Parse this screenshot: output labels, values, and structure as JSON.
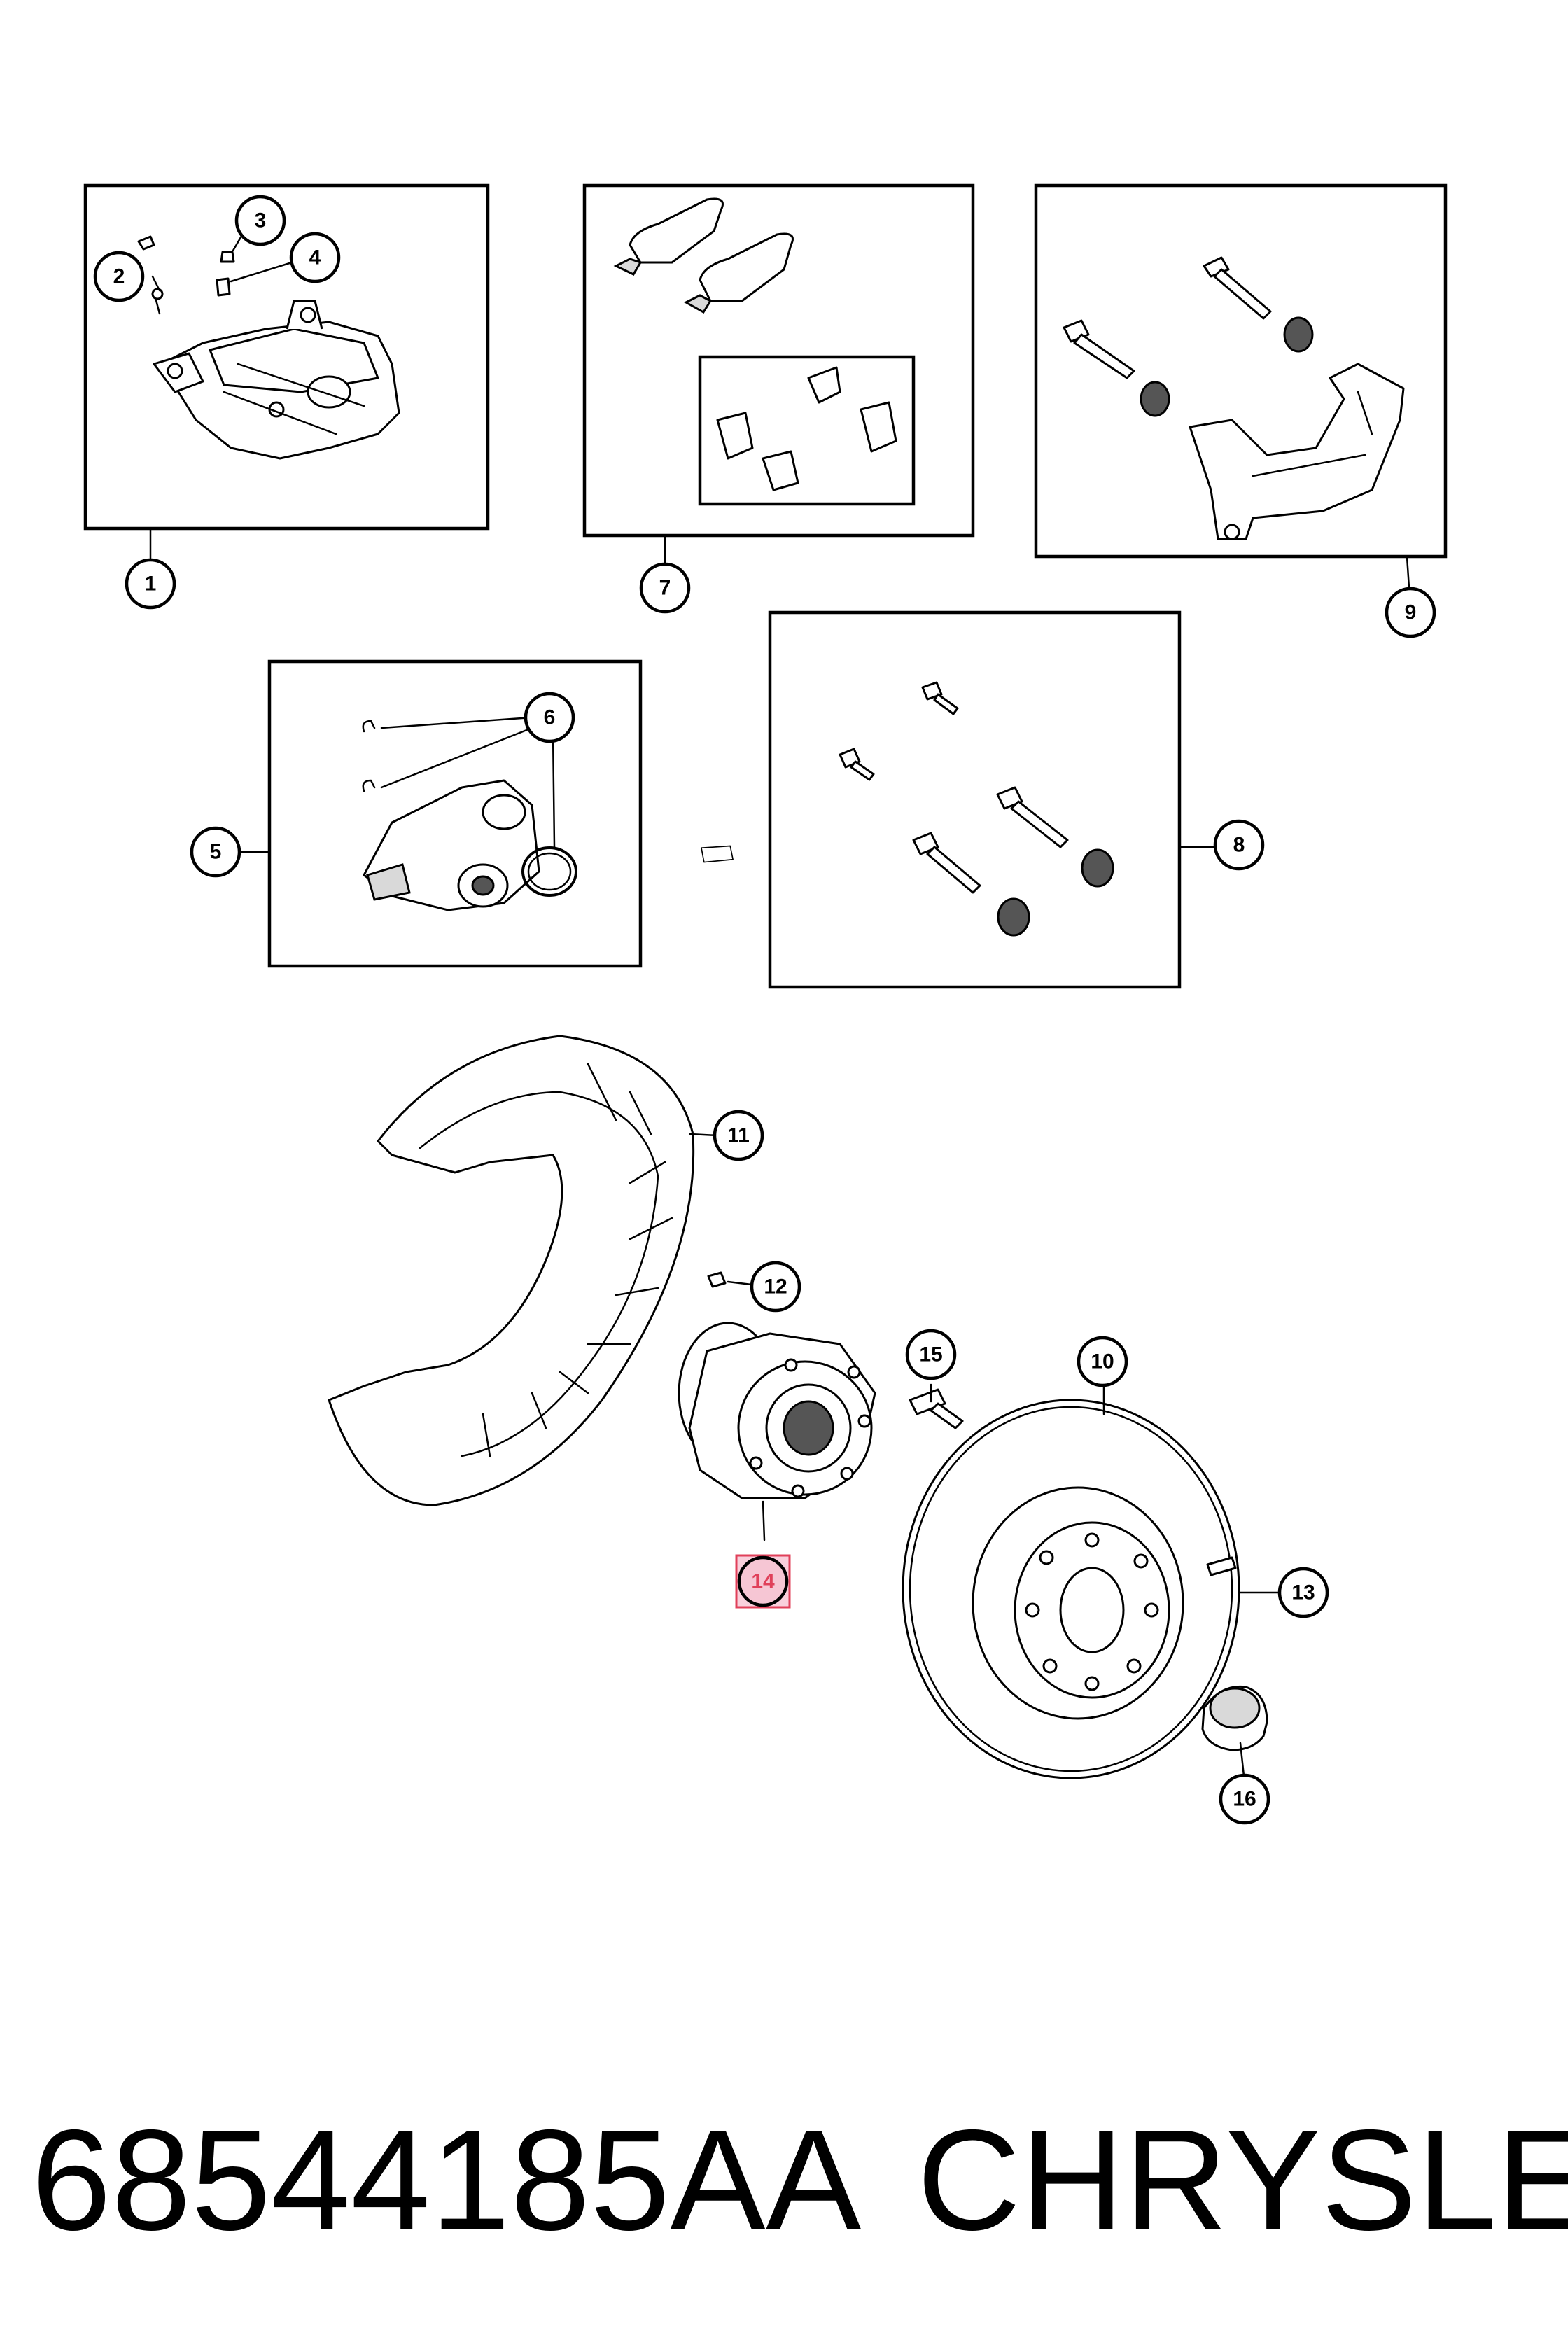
{
  "part_number": "68544185AA",
  "brand": "CHRYSLER",
  "callouts": {
    "c1": "1",
    "c2": "2",
    "c3": "3",
    "c4": "4",
    "c5": "5",
    "c6": "6",
    "c7": "7",
    "c8": "8",
    "c9": "9",
    "c10": "10",
    "c11": "11",
    "c12": "12",
    "c13": "13",
    "c14": "14",
    "c15": "15",
    "c16": "16"
  },
  "highlighted_callout": "14",
  "colors": {
    "highlight_fill": "#f6c6d4",
    "highlight_stroke": "#e0405a"
  }
}
